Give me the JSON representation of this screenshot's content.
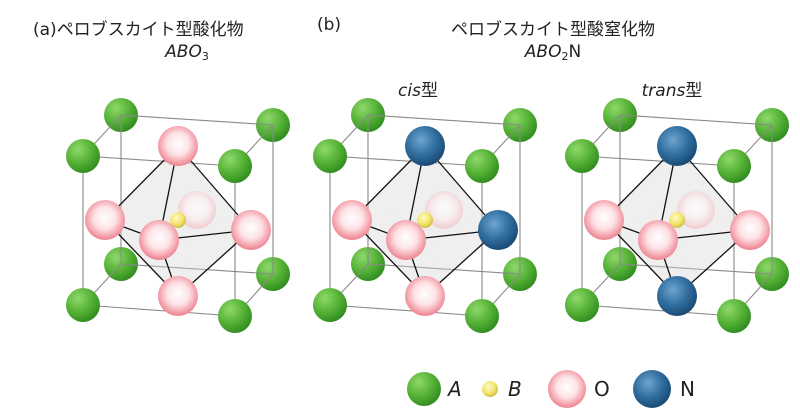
{
  "panel_a": {
    "label": "(a)",
    "title": "ペロブスカイト型酸化物",
    "formula_main": "ABO",
    "formula_sub": "3"
  },
  "panel_b": {
    "label": "(b)",
    "title": "ペロブスカイト型酸窒化物",
    "formula_main": "ABO",
    "formula_sub": "2",
    "formula_tail": "N",
    "cis_italic": "cis",
    "cis_suffix": "型",
    "trans_italic": "trans",
    "trans_suffix": "型"
  },
  "legend": {
    "a": "A",
    "b": "B",
    "o": "O",
    "n": "N"
  },
  "colors": {
    "A": "#5cb53b",
    "B": "#f2e36a",
    "O": "#f2a1a8",
    "N": "#2f6d9e",
    "frame": "#8a8a8a",
    "bond": "#111111"
  }
}
